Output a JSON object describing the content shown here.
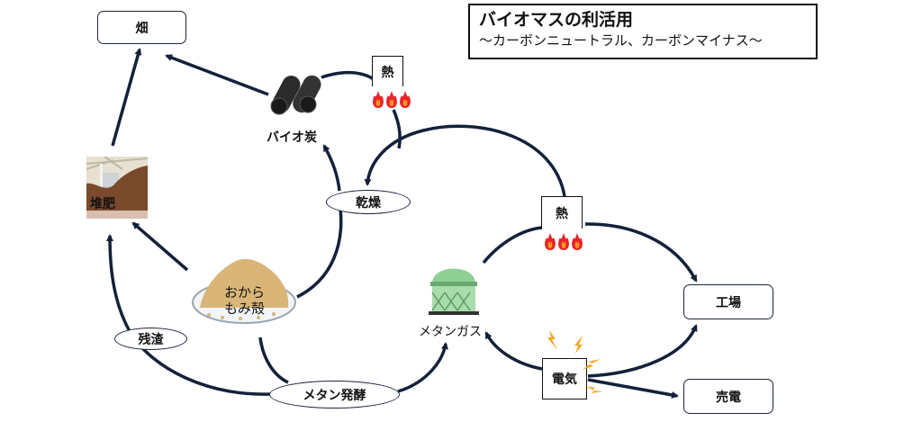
{
  "title": {
    "main": "バイオマスの利活用",
    "subtitle": "～カーボンニュートラル、カーボンマイナス～"
  },
  "nodes": {
    "field": "畑",
    "biochar": "バイオ炭",
    "heat_top": "熱",
    "compost": "堆肥",
    "drying": "乾燥",
    "okara_line1": "おから",
    "okara_line2": "もみ殻",
    "residue": "残渣",
    "methane_fermentation": "メタン発酵",
    "methane_gas": "メタンガス",
    "heat_mid": "熱",
    "factory": "工場",
    "electricity": "電気",
    "power_sale": "売電"
  },
  "colors": {
    "arrow": "#13213a",
    "flame_outer": "#e8232a",
    "flame_inner": "#f7941d",
    "bolt": "#f5a623",
    "gas_tank": "#8fcf94",
    "okara": "#d9b577",
    "charcoal": "#2b2b2b",
    "compost": "#7a4a2c"
  }
}
